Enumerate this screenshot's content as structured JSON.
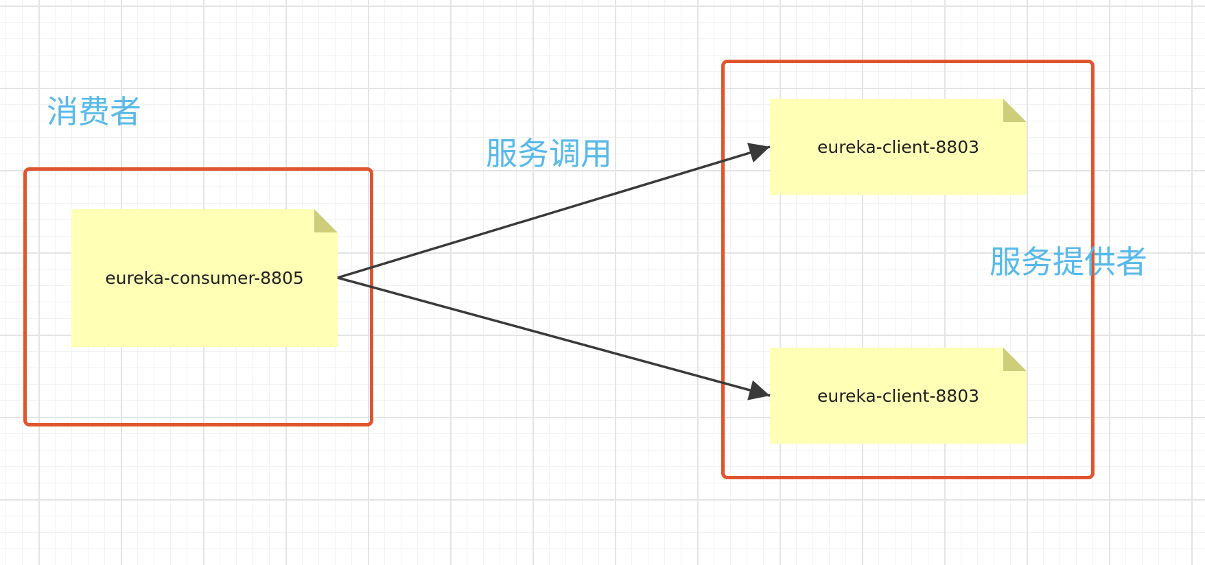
{
  "diagram": {
    "consumer_label": "消费者",
    "call_label": "服务调用",
    "provider_label": "服务提供者",
    "consumer_node": "eureka-consumer-8805",
    "provider_nodes": [
      "eureka-client-8803",
      "eureka-client-8803"
    ]
  },
  "colors": {
    "group_border": "#e0552e",
    "note_fill": "#ffffb6",
    "note_fold": "#cdcd7a",
    "label_text": "#57b9ea",
    "arrow": "#3a3a3a"
  }
}
